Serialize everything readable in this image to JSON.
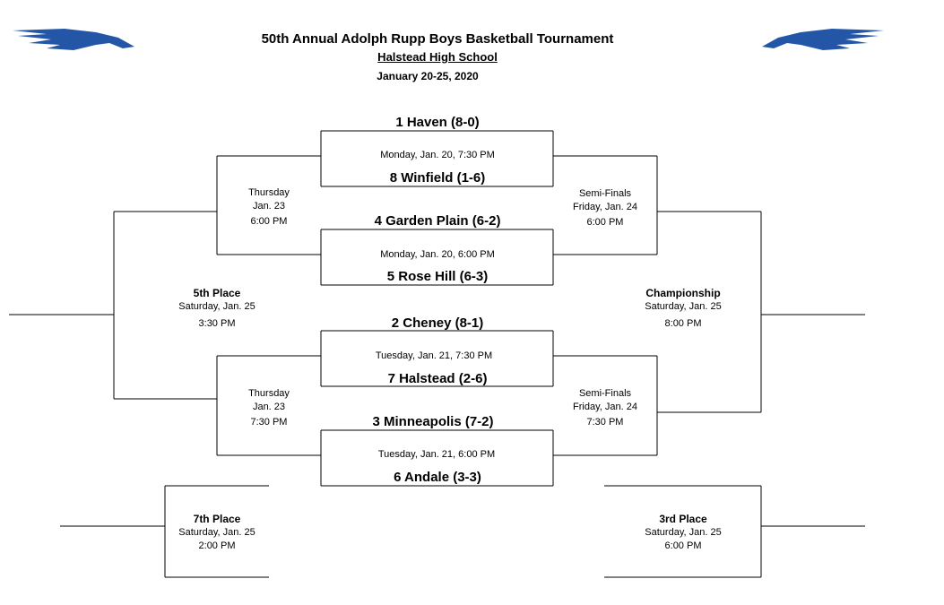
{
  "header": {
    "title": "50th Annual Adolph Rupp Boys Basketball Tournament",
    "host": "Halstead High School",
    "dates": "January 20-25, 2020",
    "logo": "eagle-logo",
    "logo_color": "#2456a8"
  },
  "games": [
    {
      "top": "1 Haven (8-0)",
      "time": "Monday, Jan. 20, 7:30 PM",
      "bottom": "8  Winfield (1-6)"
    },
    {
      "top": "4  Garden Plain (6-2)",
      "time": "Monday, Jan. 20, 6:00 PM",
      "bottom": "5  Rose Hill (6-3)"
    },
    {
      "top": "2  Cheney (8-1)",
      "time": "Tuesday, Jan. 21, 7:30 PM",
      "bottom": "7  Halstead (2-6)"
    },
    {
      "top": "3  Minneapolis (7-2)",
      "time": "Tuesday, Jan. 21, 6:00 PM",
      "bottom": "6  Andale (3-3)"
    }
  ],
  "consolation": [
    {
      "day": "Thursday",
      "date": "Jan. 23",
      "time": "6:00 PM"
    },
    {
      "day": "Thursday",
      "date": "Jan. 23",
      "time": "7:30 PM"
    }
  ],
  "semis": [
    {
      "label": "Semi-Finals",
      "date": "Friday, Jan. 24",
      "time": "6:00 PM"
    },
    {
      "label": "Semi-Finals",
      "date": "Friday, Jan. 24",
      "time": "7:30 PM"
    }
  ],
  "fifth": {
    "label": "5th Place",
    "date": "Saturday, Jan. 25",
    "time": "3:30 PM"
  },
  "championship": {
    "label": "Championship",
    "date": "Saturday, Jan. 25",
    "time": "8:00 PM"
  },
  "seventh": {
    "label": "7th Place",
    "date": "Saturday, Jan. 25",
    "time": "2:00 PM"
  },
  "third": {
    "label": "3rd Place",
    "date": "Saturday, Jan. 25",
    "time": "6:00 PM"
  }
}
